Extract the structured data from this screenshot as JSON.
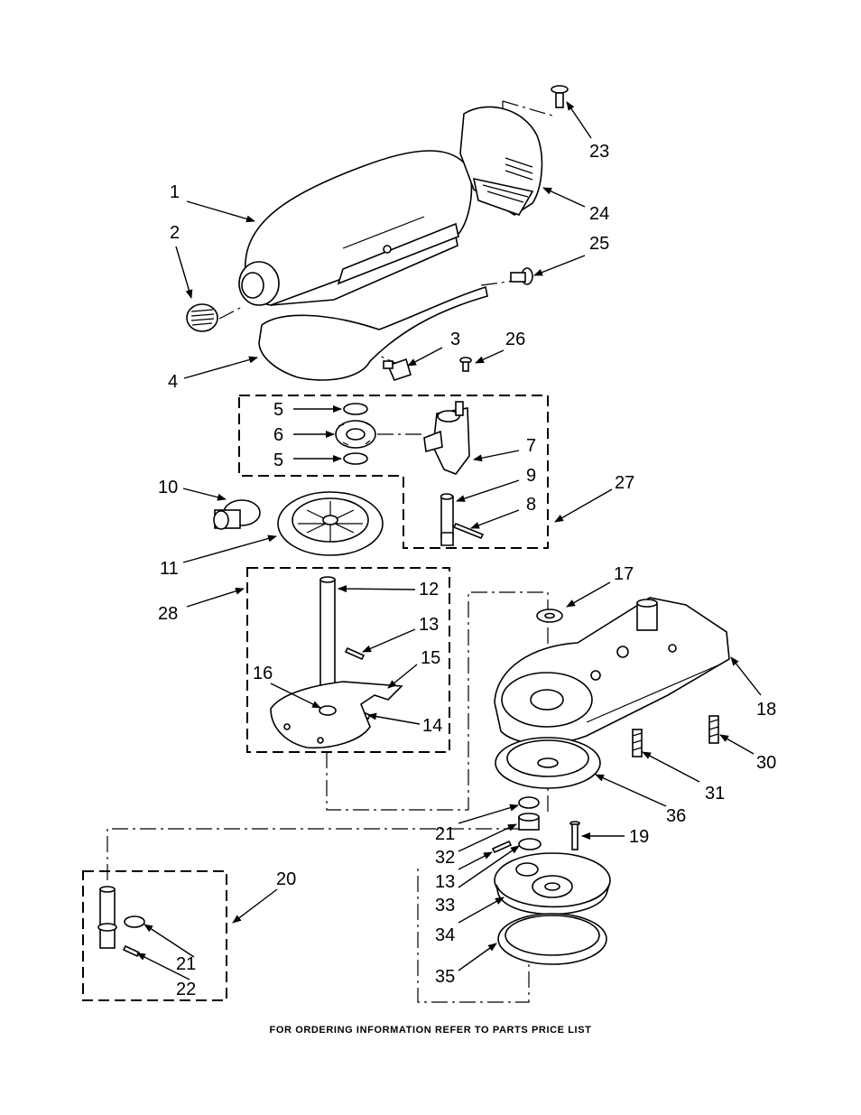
{
  "callouts": [
    {
      "id": "c1",
      "text": "1"
    },
    {
      "id": "c2",
      "text": "2"
    },
    {
      "id": "c3",
      "text": "3"
    },
    {
      "id": "c4",
      "text": "4"
    },
    {
      "id": "c5a",
      "text": "5"
    },
    {
      "id": "c5b",
      "text": "5"
    },
    {
      "id": "c6",
      "text": "6"
    },
    {
      "id": "c7",
      "text": "7"
    },
    {
      "id": "c8",
      "text": "8"
    },
    {
      "id": "c9",
      "text": "9"
    },
    {
      "id": "c10",
      "text": "10"
    },
    {
      "id": "c11",
      "text": "11"
    },
    {
      "id": "c12",
      "text": "12"
    },
    {
      "id": "c13a",
      "text": "13"
    },
    {
      "id": "c14",
      "text": "14"
    },
    {
      "id": "c15",
      "text": "15"
    },
    {
      "id": "c16",
      "text": "16"
    },
    {
      "id": "c17",
      "text": "17"
    },
    {
      "id": "c18",
      "text": "18"
    },
    {
      "id": "c19",
      "text": "19"
    },
    {
      "id": "c20",
      "text": "20"
    },
    {
      "id": "c21a",
      "text": "21"
    },
    {
      "id": "c21b",
      "text": "21"
    },
    {
      "id": "c22",
      "text": "22"
    },
    {
      "id": "c23",
      "text": "23"
    },
    {
      "id": "c24",
      "text": "24"
    },
    {
      "id": "c25",
      "text": "25"
    },
    {
      "id": "c26",
      "text": "26"
    },
    {
      "id": "c27",
      "text": "27"
    },
    {
      "id": "c28",
      "text": "28"
    },
    {
      "id": "c30",
      "text": "30"
    },
    {
      "id": "c31",
      "text": "31"
    },
    {
      "id": "c32",
      "text": "32"
    },
    {
      "id": "c13b",
      "text": "13"
    },
    {
      "id": "c33",
      "text": "33"
    },
    {
      "id": "c34",
      "text": "34"
    },
    {
      "id": "c35",
      "text": "35"
    },
    {
      "id": "c36",
      "text": "36"
    }
  ],
  "footer": "FOR ORDERING INFORMATION REFER TO PARTS PRICE LIST"
}
